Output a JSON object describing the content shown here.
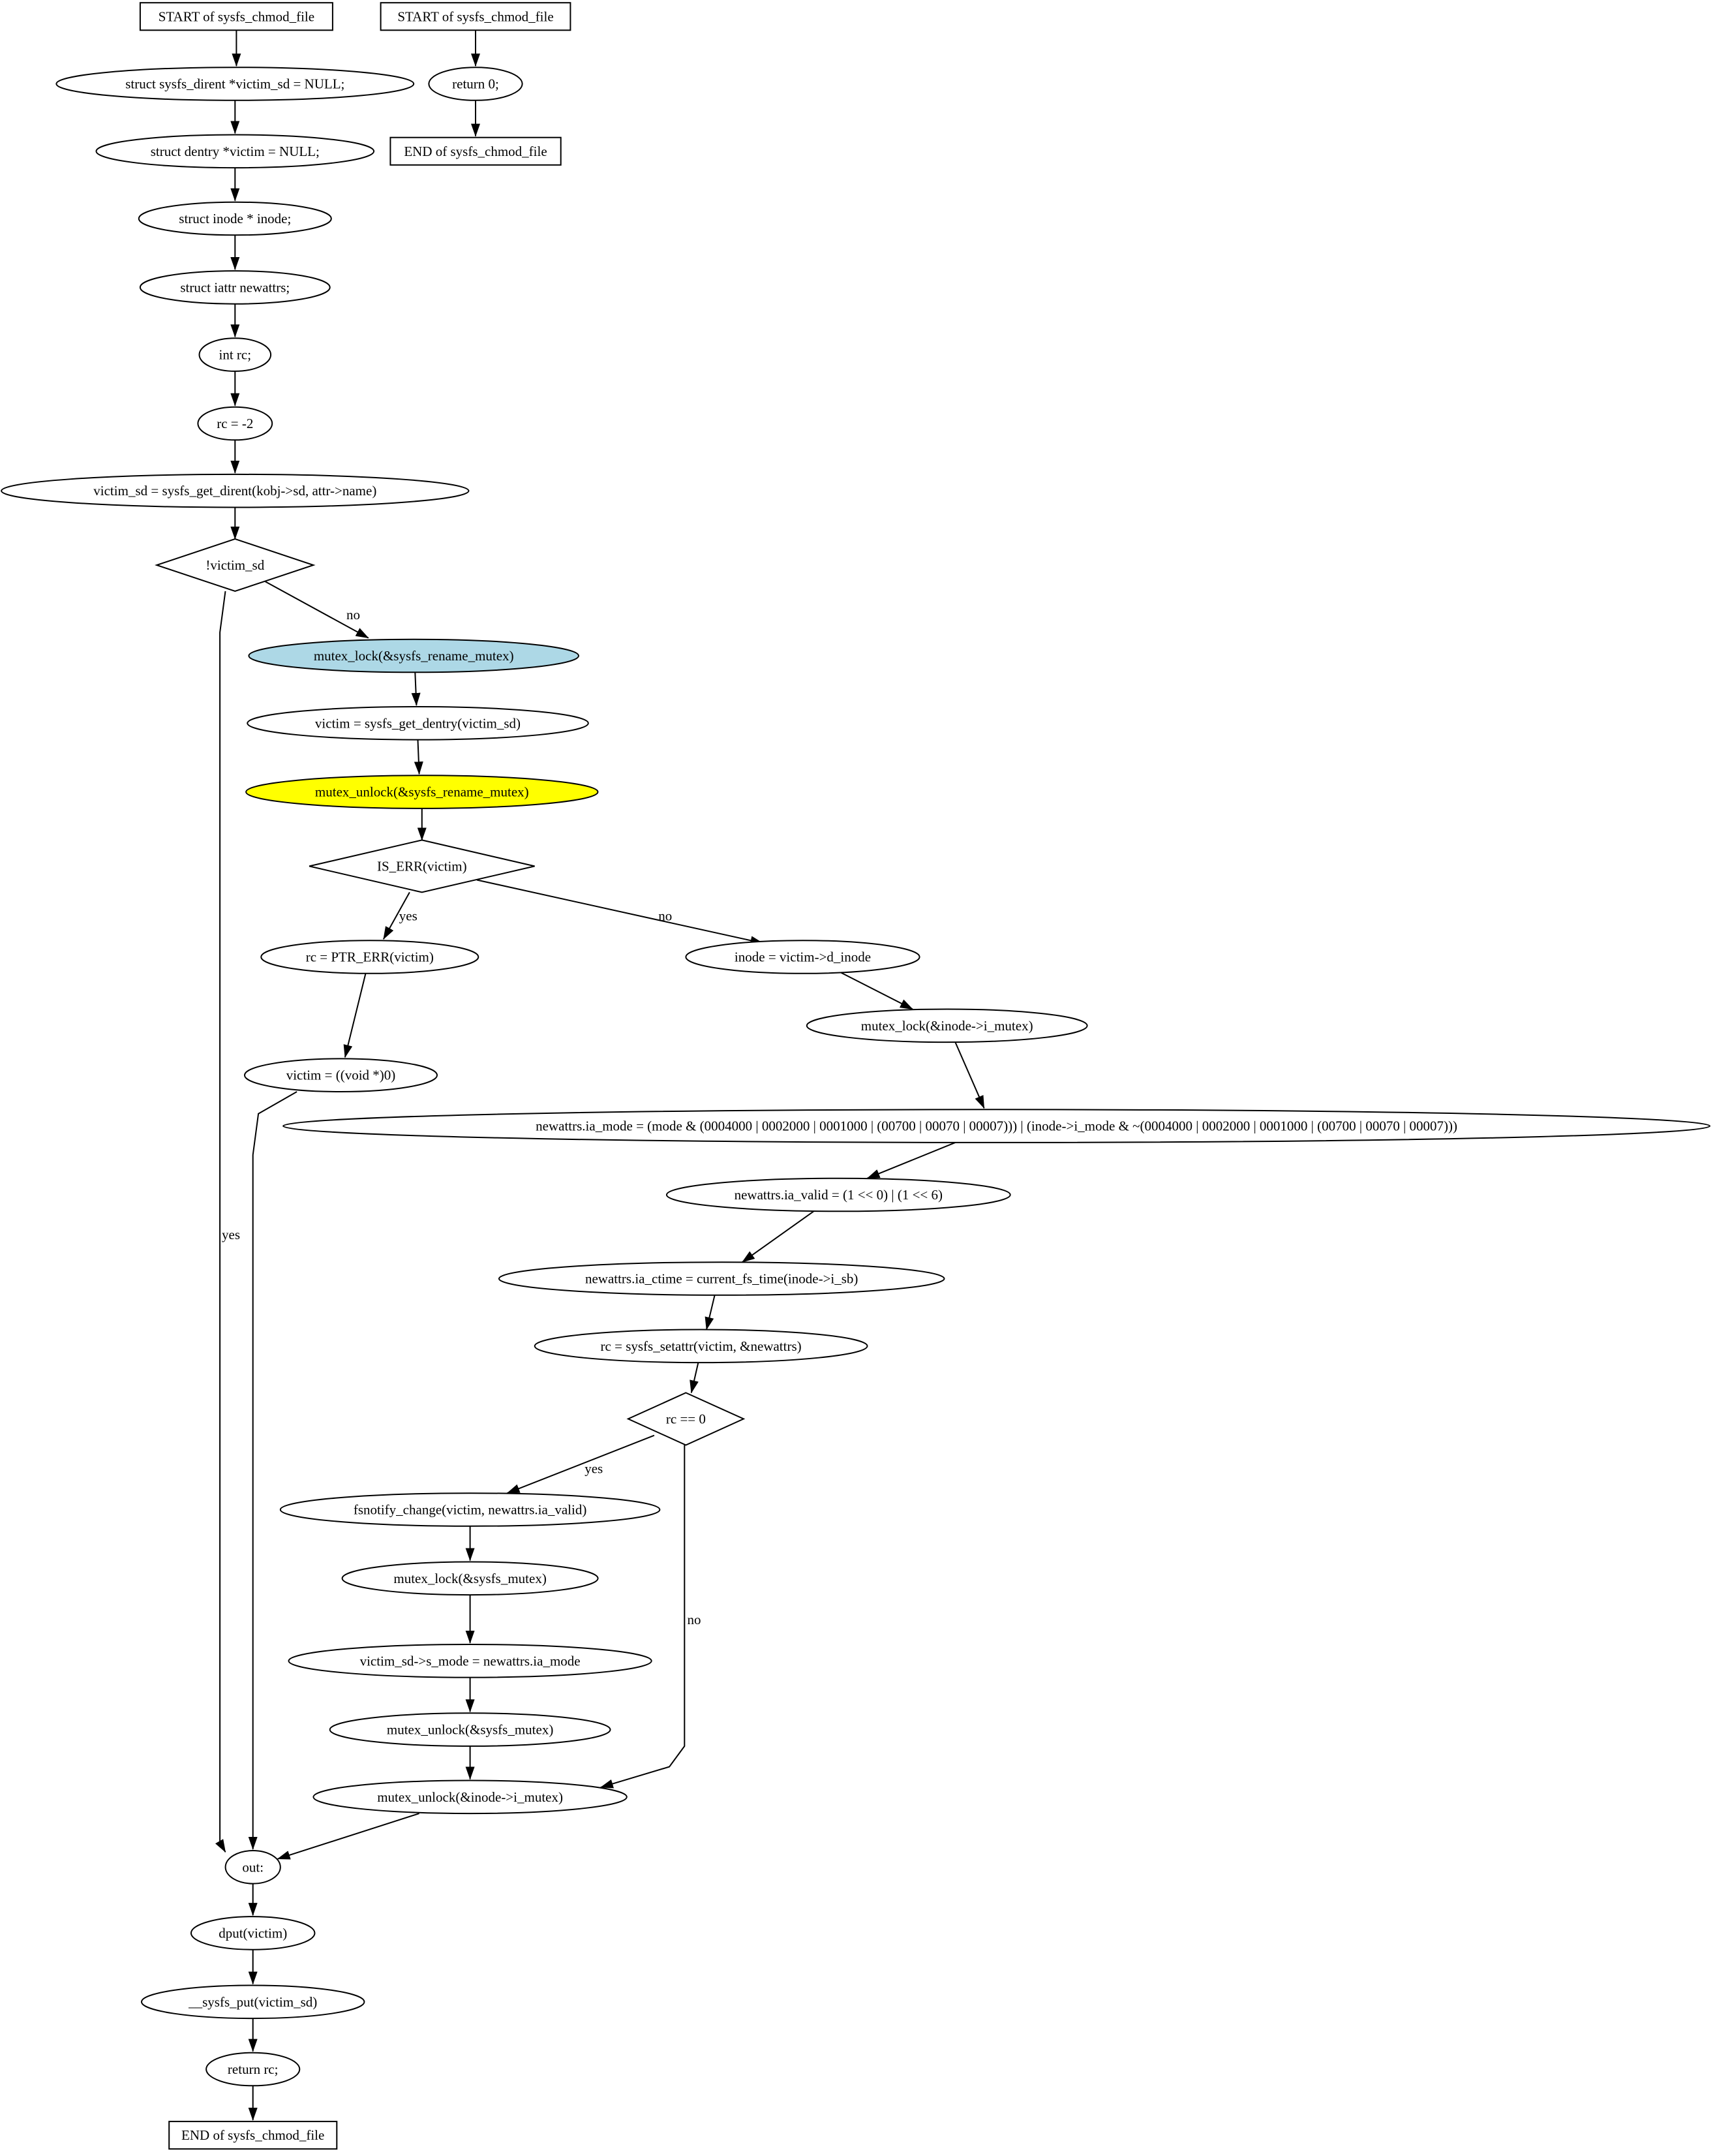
{
  "diagram": {
    "title": "",
    "nodes": [
      {
        "id": "s1",
        "shape": "rect",
        "label": "START of sysfs_chmod_file"
      },
      {
        "id": "n1",
        "shape": "ellipse",
        "label": "struct sysfs_dirent *victim_sd = NULL;"
      },
      {
        "id": "n2",
        "shape": "ellipse",
        "label": "struct dentry *victim = NULL;"
      },
      {
        "id": "n3",
        "shape": "ellipse",
        "label": "struct inode * inode;"
      },
      {
        "id": "n4",
        "shape": "ellipse",
        "label": "struct iattr newattrs;"
      },
      {
        "id": "n5",
        "shape": "ellipse",
        "label": "int rc;"
      },
      {
        "id": "n6",
        "shape": "ellipse",
        "label": "rc = -2"
      },
      {
        "id": "n7",
        "shape": "ellipse",
        "label": "victim_sd = sysfs_get_dirent(kobj->sd, attr->name)"
      },
      {
        "id": "d1",
        "shape": "diamond",
        "label": "!victim_sd"
      },
      {
        "id": "n8",
        "shape": "ellipse",
        "label": "mutex_lock(&sysfs_rename_mutex)",
        "fill": "#add8e6"
      },
      {
        "id": "n9",
        "shape": "ellipse",
        "label": "victim = sysfs_get_dentry(victim_sd)"
      },
      {
        "id": "n10",
        "shape": "ellipse",
        "label": "mutex_unlock(&sysfs_rename_mutex)",
        "fill": "#ffff00"
      },
      {
        "id": "d2",
        "shape": "diamond",
        "label": "IS_ERR(victim)"
      },
      {
        "id": "n11",
        "shape": "ellipse",
        "label": "rc = PTR_ERR(victim)"
      },
      {
        "id": "n12",
        "shape": "ellipse",
        "label": "victim = ((void *)0)"
      },
      {
        "id": "n13",
        "shape": "ellipse",
        "label": "inode = victim->d_inode"
      },
      {
        "id": "n14",
        "shape": "ellipse",
        "label": "mutex_lock(&inode->i_mutex)"
      },
      {
        "id": "n15",
        "shape": "ellipse",
        "label": "newattrs.ia_mode = (mode & (0004000 | 0002000 | 0001000 | (00700 | 00070 | 00007))) | (inode->i_mode & ~(0004000 | 0002000 | 0001000 | (00700 | 00070 | 00007)))"
      },
      {
        "id": "n16",
        "shape": "ellipse",
        "label": "newattrs.ia_valid = (1 << 0) | (1 << 6)"
      },
      {
        "id": "n17",
        "shape": "ellipse",
        "label": "newattrs.ia_ctime = current_fs_time(inode->i_sb)"
      },
      {
        "id": "n18",
        "shape": "ellipse",
        "label": "rc = sysfs_setattr(victim, &newattrs)"
      },
      {
        "id": "d3",
        "shape": "diamond",
        "label": "rc == 0"
      },
      {
        "id": "n19",
        "shape": "ellipse",
        "label": "fsnotify_change(victim, newattrs.ia_valid)"
      },
      {
        "id": "n20",
        "shape": "ellipse",
        "label": "mutex_lock(&sysfs_mutex)"
      },
      {
        "id": "n21",
        "shape": "ellipse",
        "label": "victim_sd->s_mode = newattrs.ia_mode"
      },
      {
        "id": "n22",
        "shape": "ellipse",
        "label": "mutex_unlock(&sysfs_mutex)"
      },
      {
        "id": "n23",
        "shape": "ellipse",
        "label": "mutex_unlock(&inode->i_mutex)"
      },
      {
        "id": "n24",
        "shape": "ellipse",
        "label": "out:"
      },
      {
        "id": "n25",
        "shape": "ellipse",
        "label": "dput(victim)"
      },
      {
        "id": "n26",
        "shape": "ellipse",
        "label": "__sysfs_put(victim_sd)"
      },
      {
        "id": "n27",
        "shape": "ellipse",
        "label": "return rc;"
      },
      {
        "id": "e1",
        "shape": "rect",
        "label": "END of sysfs_chmod_file"
      },
      {
        "id": "s2",
        "shape": "rect",
        "label": "START of sysfs_chmod_file"
      },
      {
        "id": "r2",
        "shape": "ellipse",
        "label": "return 0;"
      },
      {
        "id": "e2",
        "shape": "rect",
        "label": "END of sysfs_chmod_file"
      }
    ],
    "edges": [
      {
        "from": "s1",
        "to": "n1",
        "label": ""
      },
      {
        "from": "n1",
        "to": "n2",
        "label": ""
      },
      {
        "from": "n2",
        "to": "n3",
        "label": ""
      },
      {
        "from": "n3",
        "to": "n4",
        "label": ""
      },
      {
        "from": "n4",
        "to": "n5",
        "label": ""
      },
      {
        "from": "n5",
        "to": "n6",
        "label": ""
      },
      {
        "from": "n6",
        "to": "n7",
        "label": ""
      },
      {
        "from": "n7",
        "to": "d1",
        "label": ""
      },
      {
        "from": "d1",
        "to": "n8",
        "label": "no"
      },
      {
        "from": "d1",
        "to": "n24",
        "label": "yes"
      },
      {
        "from": "n8",
        "to": "n9",
        "label": ""
      },
      {
        "from": "n9",
        "to": "n10",
        "label": ""
      },
      {
        "from": "n10",
        "to": "d2",
        "label": ""
      },
      {
        "from": "d2",
        "to": "n11",
        "label": "yes"
      },
      {
        "from": "d2",
        "to": "n13",
        "label": "no"
      },
      {
        "from": "n11",
        "to": "n12",
        "label": ""
      },
      {
        "from": "n12",
        "to": "n24",
        "label": ""
      },
      {
        "from": "n13",
        "to": "n14",
        "label": ""
      },
      {
        "from": "n14",
        "to": "n15",
        "label": ""
      },
      {
        "from": "n15",
        "to": "n16",
        "label": ""
      },
      {
        "from": "n16",
        "to": "n17",
        "label": ""
      },
      {
        "from": "n17",
        "to": "n18",
        "label": ""
      },
      {
        "from": "n18",
        "to": "d3",
        "label": ""
      },
      {
        "from": "d3",
        "to": "n19",
        "label": "yes"
      },
      {
        "from": "d3",
        "to": "n23",
        "label": "no"
      },
      {
        "from": "n19",
        "to": "n20",
        "label": ""
      },
      {
        "from": "n20",
        "to": "n21",
        "label": ""
      },
      {
        "from": "n21",
        "to": "n22",
        "label": ""
      },
      {
        "from": "n22",
        "to": "n23",
        "label": ""
      },
      {
        "from": "n23",
        "to": "n24",
        "label": ""
      },
      {
        "from": "n24",
        "to": "n25",
        "label": ""
      },
      {
        "from": "n25",
        "to": "n26",
        "label": ""
      },
      {
        "from": "n26",
        "to": "n27",
        "label": ""
      },
      {
        "from": "n27",
        "to": "e1",
        "label": ""
      },
      {
        "from": "s2",
        "to": "r2",
        "label": ""
      },
      {
        "from": "r2",
        "to": "e2",
        "label": ""
      }
    ]
  }
}
